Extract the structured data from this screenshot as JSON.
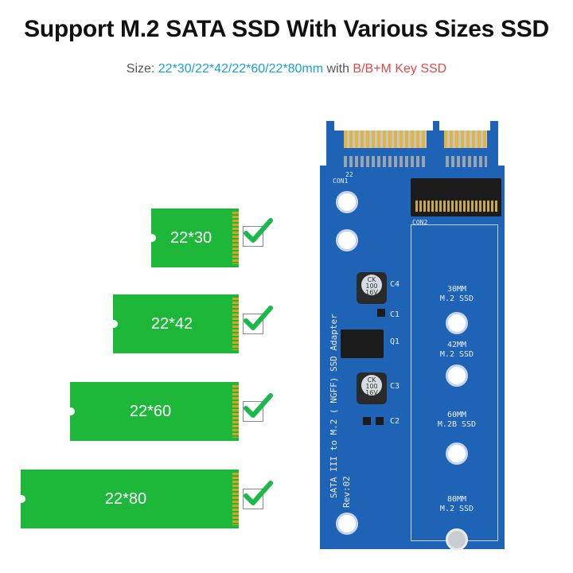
{
  "title": "Support M.2 SATA SSD With Various Sizes SSD",
  "subtitle": {
    "prefix": "Size: ",
    "sizes": "22*30/22*42/22*60/22*80mm",
    "middle": " with ",
    "keys": "B/B+M Key SSD"
  },
  "cards": [
    {
      "label": "22*30"
    },
    {
      "label": "22*42"
    },
    {
      "label": "22*60"
    },
    {
      "label": "22*80"
    }
  ],
  "board": {
    "con1": "CON1",
    "con2": "CON2",
    "pin22": "22",
    "c4": "C4",
    "c1": "C1",
    "q1": "Q1",
    "c3": "C3",
    "c2": "C2",
    "cap_text": "CK\n100\n16V",
    "adapter_text": "SATA III to M.2 ( NGFF) SSD Adapter",
    "rev": "Rev:02",
    "slots": [
      {
        "line1": "30MM",
        "line2": "M.2 SSD"
      },
      {
        "line1": "42MM",
        "line2": "M.2 SSD"
      },
      {
        "line1": "60MM",
        "line2": "M.2B SSD"
      },
      {
        "line1": "80MM",
        "line2": "M.2 SSD"
      }
    ]
  },
  "colors": {
    "card": "#1db83a",
    "check": "#1bb84a",
    "pcb": "#1f63b6",
    "sizes": "#1aa0d8",
    "keys": "#e04a4a"
  },
  "icons": [
    "checkmark-icon"
  ]
}
